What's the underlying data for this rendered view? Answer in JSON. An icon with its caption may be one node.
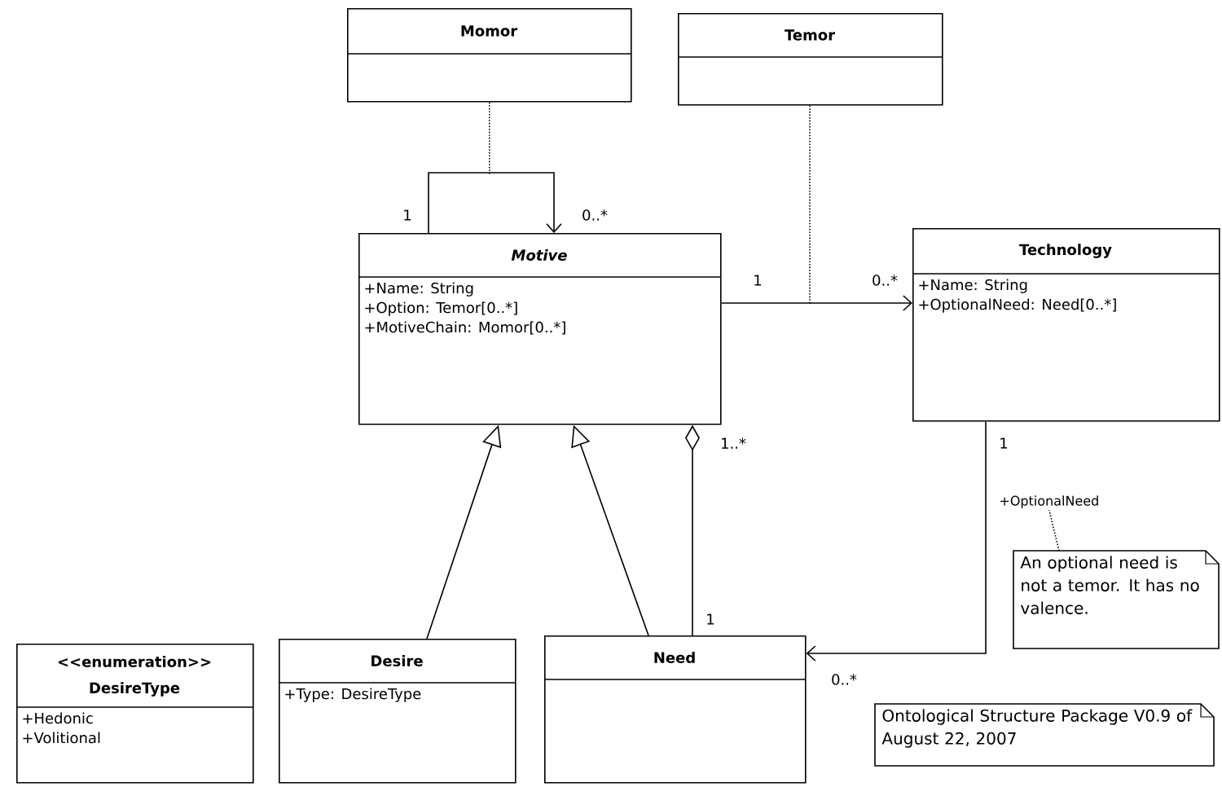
{
  "diagram": {
    "nodes": [
      {
        "text": [
          "Momor"
        ]
      },
      {
        "text": [
          "Temor"
        ]
      },
      {
        "text": [
          "Motive",
          "+Name: String",
          "+Option: Temor[0..*]",
          "+MotiveChain: Momor[0..*]"
        ]
      },
      {
        "text": [
          "Technology",
          "+Name: String",
          "+OptionalNeed: Need[0..*]"
        ]
      },
      {
        "text": [
          "<<enumeration>>",
          "DesireType",
          "+Hedonic",
          "+Volitional"
        ]
      },
      {
        "text": [
          "Desire",
          "+Type: DesireType"
        ]
      },
      {
        "text": [
          "Need"
        ]
      },
      {
        "text": [
          "An optional need is not a temor. It has no valence."
        ]
      },
      {
        "text": [
          "Ontological Structure Package V0.9 of August 22, 2007"
        ]
      },
      {
        "text": [
          "+OptionalNeed"
        ]
      }
    ],
    "edges": [
      {
        "from": 2,
        "to": 2,
        "arrow": "to"
      },
      {
        "from": 0,
        "to": null,
        "arrow": "none",
        "style": "dashed"
      },
      {
        "from": 2,
        "to": 3,
        "arrow": "to"
      },
      {
        "from": 1,
        "to": null,
        "arrow": "none",
        "style": "dashed"
      },
      {
        "from": 5,
        "to": 2,
        "arrow": "to"
      },
      {
        "from": 6,
        "to": 2,
        "arrow": "to"
      },
      {
        "from": 6,
        "to": 2,
        "arrow": "other"
      },
      {
        "from": 3,
        "to": 6,
        "arrow": "to"
      },
      {
        "from": 7,
        "to": 9,
        "arrow": "none",
        "style": "dashed"
      }
    ],
    "labels": [
      "1",
      "0..*",
      "1",
      "0..*",
      "1..*",
      "1",
      "1",
      "0..*"
    ]
  }
}
